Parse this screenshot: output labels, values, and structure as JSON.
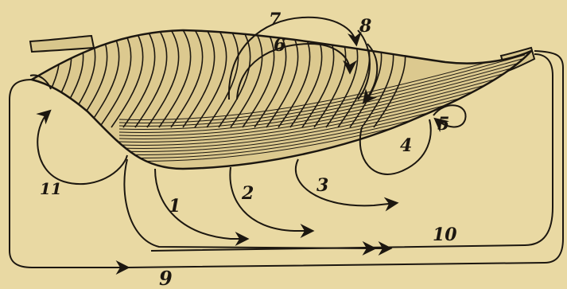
{
  "labels": {
    "n1": "1",
    "n2": "2",
    "n3": "3",
    "n4": "4",
    "n5": "5",
    "n6": "6",
    "n7": "7",
    "n8": "8",
    "n9": "9",
    "n10": "10",
    "n11": "11"
  },
  "colors": {
    "paper": "#e9d9a3",
    "ink": "#1c1710"
  }
}
